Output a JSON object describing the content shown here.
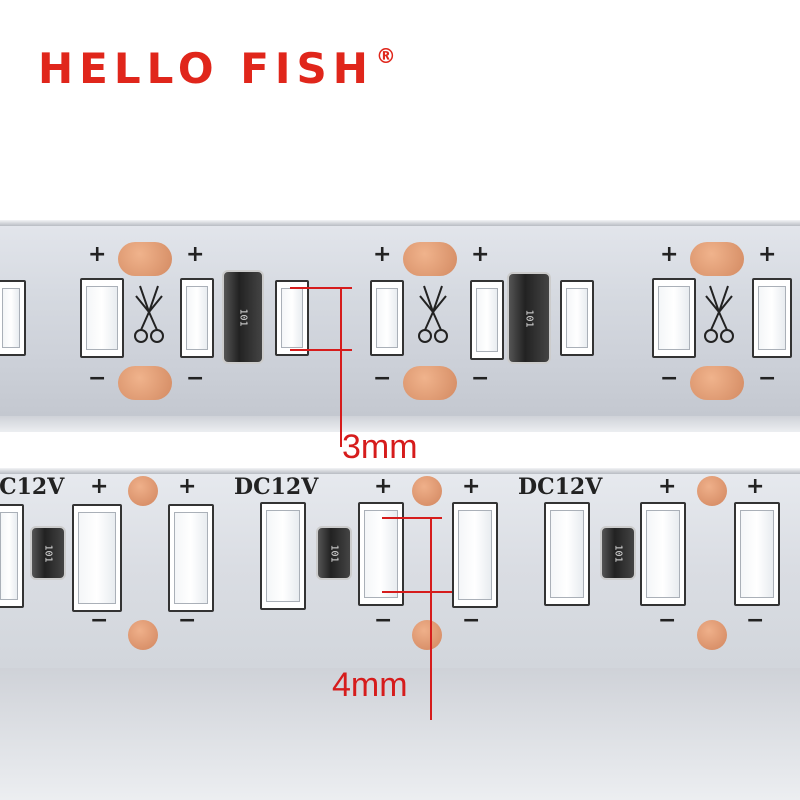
{
  "brand": {
    "name": "HELLO FISH",
    "registered": "®"
  },
  "strip_top": {
    "plus_sign": "+",
    "minus_sign": "−",
    "resistor_code": "101",
    "dimension_label": "3mm"
  },
  "strip_bottom": {
    "voltage_label": "DC12V",
    "plus_sign": "+",
    "minus_sign": "−",
    "resistor_code": "101",
    "dimension_label": "4mm"
  },
  "colors": {
    "brand_red": "#e0261b",
    "pcb_white": "#d9dce2",
    "copper_pad": "#d98c62",
    "measure_red": "#d61c1c"
  }
}
